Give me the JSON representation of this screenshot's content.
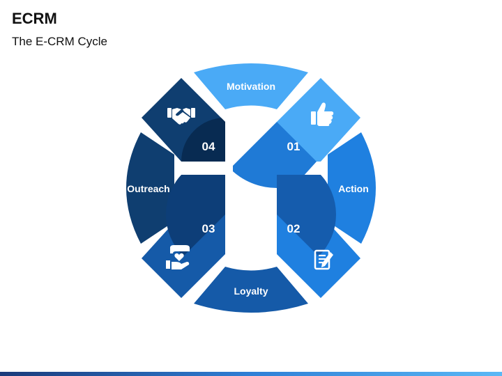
{
  "header": {
    "title": "ECRM",
    "subtitle": "The E-CRM Cycle"
  },
  "cycle": {
    "segments": {
      "top": {
        "label": "Motivation",
        "color": "#4aaaf6"
      },
      "right": {
        "label": "Action",
        "color": "#1f80e0"
      },
      "bottom": {
        "label": "Loyalty",
        "color": "#155aa8"
      },
      "left": {
        "label": "Outreach",
        "color": "#0f3e70"
      }
    },
    "steps": [
      {
        "number": "01",
        "icon": "thumbs-up-icon",
        "color": "#4aaaf6",
        "shade": "#1f7ad6"
      },
      {
        "number": "02",
        "icon": "document-pen-icon",
        "color": "#1f80e0",
        "shade": "#155cad"
      },
      {
        "number": "03",
        "icon": "hands-heart-icon",
        "color": "#155aa8",
        "shade": "#0d3e78"
      },
      {
        "number": "04",
        "icon": "handshake-icon",
        "color": "#0f3e70",
        "shade": "#082b52"
      }
    ]
  }
}
